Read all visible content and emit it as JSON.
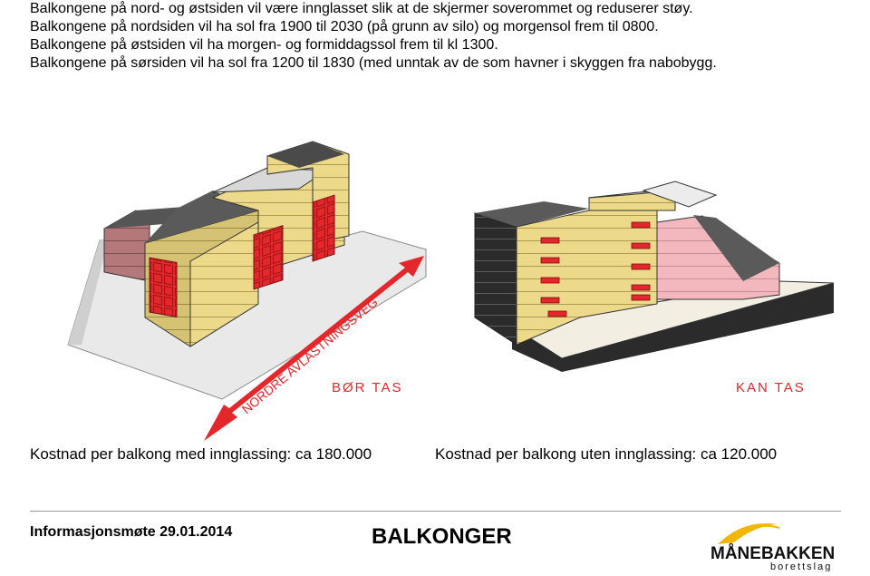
{
  "intro_lines": [
    "Balkongene på nord- og østsiden vil være innglasset slik at de skjermer soverommet og reduserer støy.",
    "Balkongene på nordsiden vil ha sol fra 1900 til 2030 (på grunn av silo) og morgensol frem til 0800.",
    "Balkongene på østsiden vil ha morgen- og formiddagssol frem til kl 1300.",
    "Balkongene på sørsiden vil ha sol fra 1200 til 1830 (med unntak av de som havner i skyggen fra nabobygg."
  ],
  "illustration": {
    "road_label": "NORDRE AVLASTNINGSVEG",
    "left_caption": "BØR TAS",
    "right_caption": "KAN TAS",
    "colors": {
      "facade": "#ecd98a",
      "balcony_glazed": "#e3272b",
      "neighbour": "#f2b8bd",
      "arrow": "#e3272b"
    }
  },
  "costs": {
    "with_glazing": "Kostnad per balkong med innglassing: ca 180.000",
    "without_glazing": "Kostnad per balkong uten innglassing: ca 120.000"
  },
  "footer": {
    "meeting": "Informasjonsmøte 29.01.2014",
    "title": "BALKONGER",
    "logo_name": "MÅNEBAKKEN",
    "logo_sub": "borettslag"
  }
}
